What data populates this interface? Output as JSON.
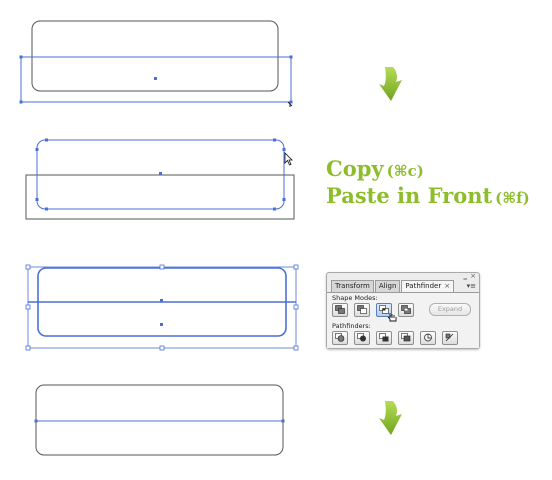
{
  "captions": {
    "copy": "Copy",
    "copy_shortcut": "(⌘c)",
    "paste": "Paste in Front",
    "paste_shortcut": "(⌘f)"
  },
  "pathfinder_panel": {
    "tabs": [
      {
        "label": "Transform",
        "active": false
      },
      {
        "label": "Align",
        "active": false
      },
      {
        "label": "Pathfinder",
        "active": true
      }
    ],
    "tab_close_glyph": "×",
    "collapse_glyph": "‗",
    "close_glyph": "×",
    "menu_glyph": "▾≡",
    "shape_modes_label": "Shape Modes:",
    "shape_mode_buttons": [
      "unite-icon",
      "minus-front-icon",
      "intersect-icon",
      "exclude-icon"
    ],
    "expand_label": "Expand",
    "pathfinders_label": "Pathfinders:",
    "pathfinder_buttons": [
      "divide-icon",
      "trim-icon",
      "merge-icon",
      "crop-icon",
      "outline-icon",
      "minus-back-icon"
    ]
  },
  "colors": {
    "accent_green": "#8dbd2a",
    "selection_blue": "#4a6fd8",
    "shape_stroke": "#555555"
  }
}
